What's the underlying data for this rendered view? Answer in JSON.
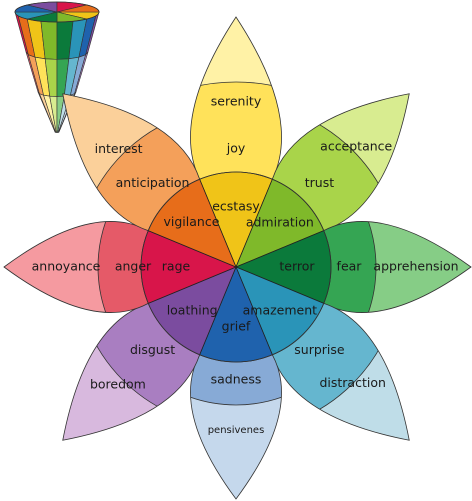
{
  "petals": [
    {
      "key": "joy",
      "outer_label": "serenity",
      "mid_label": "joy",
      "inner_label": "ecstasy",
      "colors": {
        "outer": "#fff2a6",
        "mid": "#ffe25a",
        "inner": "#f0c418"
      }
    },
    {
      "key": "trust",
      "outer_label": "acceptance",
      "mid_label": "trust",
      "inner_label": "admiration",
      "colors": {
        "outer": "#d8ec90",
        "mid": "#a9d44a",
        "inner": "#7fb92a"
      }
    },
    {
      "key": "fear",
      "outer_label": "apprehension",
      "mid_label": "fear",
      "inner_label": "terror",
      "colors": {
        "outer": "#86cd86",
        "mid": "#35a553",
        "inner": "#0b7a3b"
      }
    },
    {
      "key": "surprise",
      "outer_label": "distraction",
      "mid_label": "surprise",
      "inner_label": "amazement",
      "colors": {
        "outer": "#bfdde8",
        "mid": "#65b6cf",
        "inner": "#2a94b8"
      }
    },
    {
      "key": "sadness",
      "outer_label": "pensivenes",
      "mid_label": "sadness",
      "inner_label": "grief",
      "colors": {
        "outer": "#c5d8ec",
        "mid": "#87aad6",
        "inner": "#1f62ad"
      }
    },
    {
      "key": "disgust",
      "outer_label": "boredom",
      "mid_label": "disgust",
      "inner_label": "loathing",
      "colors": {
        "outer": "#d8b9de",
        "mid": "#a97ec1",
        "inner": "#7b4c9f"
      }
    },
    {
      "key": "anger",
      "outer_label": "annoyance",
      "mid_label": "anger",
      "inner_label": "rage",
      "colors": {
        "outer": "#f59aa0",
        "mid": "#e55a68",
        "inner": "#d8154a"
      }
    },
    {
      "key": "anticipation",
      "outer_label": "interest",
      "mid_label": "anticipation",
      "inner_label": "vigilance",
      "colors": {
        "outer": "#fbd09a",
        "mid": "#f4a05a",
        "inner": "#e76d1a"
      }
    }
  ],
  "cone_rim_colors": [
    "#f0c418",
    "#7fb92a",
    "#0b7a3b",
    "#2a94b8",
    "#1f62ad",
    "#7b4c9f",
    "#d8154a",
    "#e76d1a"
  ],
  "cone_band_colors": [
    [
      "#f0c418",
      "#7fb92a",
      "#0b7a3b",
      "#2a94b8",
      "#1f62ad",
      "#7b4c9f",
      "#d8154a",
      "#e76d1a"
    ],
    [
      "#ffe25a",
      "#a9d44a",
      "#35a553",
      "#65b6cf",
      "#87aad6",
      "#a97ec1",
      "#e55a68",
      "#f4a05a"
    ],
    [
      "#fff2a6",
      "#d8ec90",
      "#86cd86",
      "#bfdde8",
      "#c5d8ec",
      "#d8b9de",
      "#f59aa0",
      "#fbd09a"
    ]
  ]
}
